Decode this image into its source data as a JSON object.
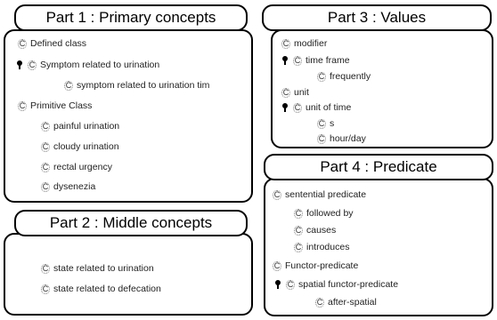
{
  "part1": {
    "title": "Part 1 : Primary concepts",
    "items": [
      "Defined class",
      "Symptom related to urination",
      "symptom related to urination tim",
      "Primitive Class",
      "painful urination",
      "cloudy urination",
      "rectal urgency",
      "dysenezia"
    ]
  },
  "part2": {
    "title": "Part 2 : Middle concepts",
    "items": [
      "state related to urination",
      "state related to defecation"
    ]
  },
  "part3": {
    "title": "Part 3 : Values",
    "items": [
      "modifier",
      "time frame",
      "frequently",
      "unit",
      "unit of time",
      "s",
      "hour/day"
    ]
  },
  "part4": {
    "title": "Part 4 : Predicate",
    "items": [
      "sentential predicate",
      "followed by",
      "causes",
      "introduces",
      "Functor-predicate",
      "spatial functor-predicate",
      "after-spatial"
    ]
  },
  "icons": {
    "class": "class-c-icon",
    "key": "key-icon"
  },
  "icon_glyph": "C"
}
